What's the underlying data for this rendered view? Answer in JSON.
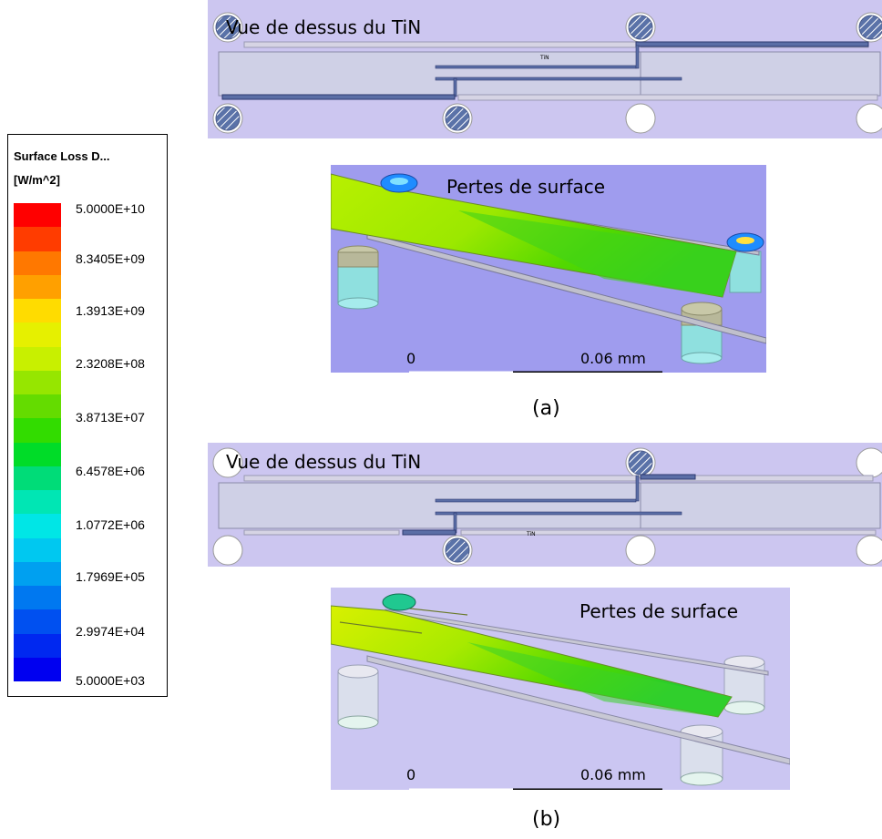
{
  "legend": {
    "title": "Surface Loss D...",
    "unit": "[W/m^2]",
    "colors": [
      "#ff0000",
      "#ff3c00",
      "#ff7800",
      "#ffa000",
      "#ffdc00",
      "#e6f000",
      "#c8f000",
      "#96e600",
      "#64dc00",
      "#32dc00",
      "#00dc28",
      "#00dc78",
      "#00e6b4",
      "#00e6e6",
      "#00c8f0",
      "#00a0f0",
      "#0078f0",
      "#0050f0",
      "#0028f0",
      "#0000f0"
    ],
    "labels": [
      "5.0000E+10",
      "8.3405E+09",
      "1.3913E+09",
      "2.3208E+08",
      "3.8713E+07",
      "6.4578E+06",
      "1.0772E+06",
      "1.7969E+05",
      "2.9974E+04",
      "5.0000E+03"
    ]
  },
  "panel_a": {
    "top_title": "Vue de dessus du TiN",
    "tin_mark": "TiN",
    "surface_title": "Pertes de surface",
    "scale_zero": "0",
    "scale_value": "0.06 mm",
    "caption": "(a)"
  },
  "panel_b": {
    "top_title": "Vue de dessus du TiN",
    "tin_mark": "TiN",
    "surface_title": "Pertes de surface",
    "scale_zero": "0",
    "scale_value": "0.06 mm",
    "caption": "(b)"
  }
}
